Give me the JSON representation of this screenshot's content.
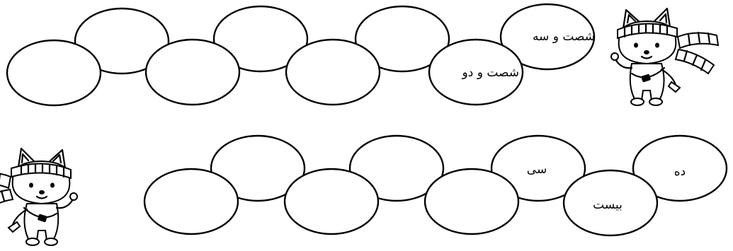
{
  "worksheet": {
    "top_row": {
      "labels": [
        "شصت و سه",
        "شصت و دو",
        "",
        "",
        "",
        "",
        "",
        "",
        "",
        ""
      ]
    },
    "bottom_row": {
      "labels": [
        "ده",
        "بیست",
        "سی",
        "",
        "",
        "",
        "",
        "",
        "",
        ""
      ]
    },
    "mascot_icon": "raccoon-dog-with-headband-and-scarf"
  }
}
